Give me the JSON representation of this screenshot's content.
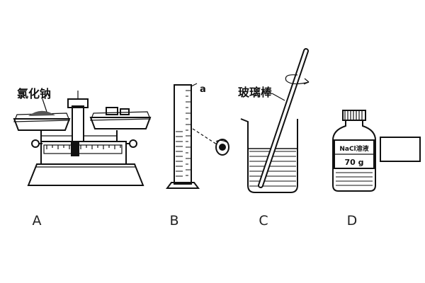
{
  "panels": [
    {
      "letter": "A",
      "label": "氯化钠"
    },
    {
      "letter": "B",
      "label": "a"
    },
    {
      "letter": "C",
      "label": "玻璃棒"
    },
    {
      "letter": "D",
      "label_top": "NaCl溶液",
      "label_bottom": "70 g",
      "empty_box": ""
    }
  ]
}
